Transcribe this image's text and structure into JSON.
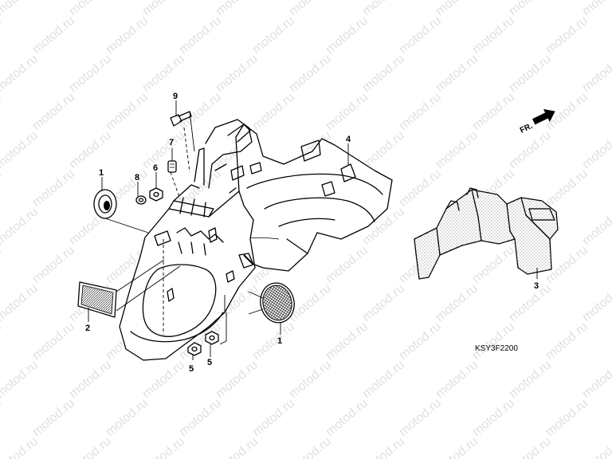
{
  "diagram": {
    "watermark_text": "motod.ru",
    "direction_label": "FR.",
    "diagram_code": "KSY3F2200",
    "callouts": [
      "1",
      "2",
      "3",
      "4",
      "5",
      "6",
      "7",
      "8",
      "9"
    ]
  }
}
